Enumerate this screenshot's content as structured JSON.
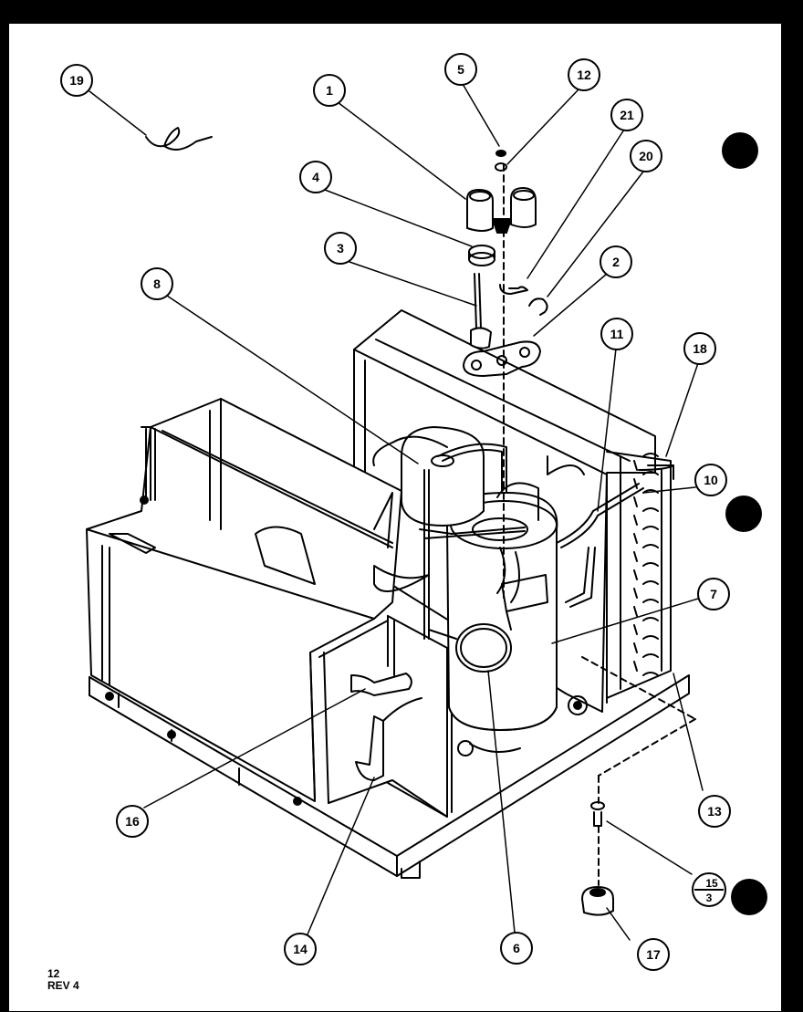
{
  "diagram": {
    "callouts": [
      {
        "id": "c19",
        "text": "19"
      },
      {
        "id": "c5",
        "text": "5"
      },
      {
        "id": "c12",
        "text": "12"
      },
      {
        "id": "c1",
        "text": "1"
      },
      {
        "id": "c21",
        "text": "21"
      },
      {
        "id": "c20",
        "text": "20"
      },
      {
        "id": "c4",
        "text": "4"
      },
      {
        "id": "c3",
        "text": "3"
      },
      {
        "id": "c2",
        "text": "2"
      },
      {
        "id": "c8",
        "text": "8"
      },
      {
        "id": "c11",
        "text": "11"
      },
      {
        "id": "c18",
        "text": "18"
      },
      {
        "id": "c10",
        "text": "10"
      },
      {
        "id": "c7",
        "text": "7"
      },
      {
        "id": "c16",
        "text": "16"
      },
      {
        "id": "c13",
        "text": "13"
      },
      {
        "id": "c14",
        "text": "14"
      },
      {
        "id": "c6",
        "text": "6"
      },
      {
        "id": "c17",
        "text": "17"
      }
    ],
    "fraction_callout": {
      "numerator": "15",
      "denominator": "3"
    },
    "footer": {
      "page_number": "12",
      "revision": "REV 4"
    }
  }
}
